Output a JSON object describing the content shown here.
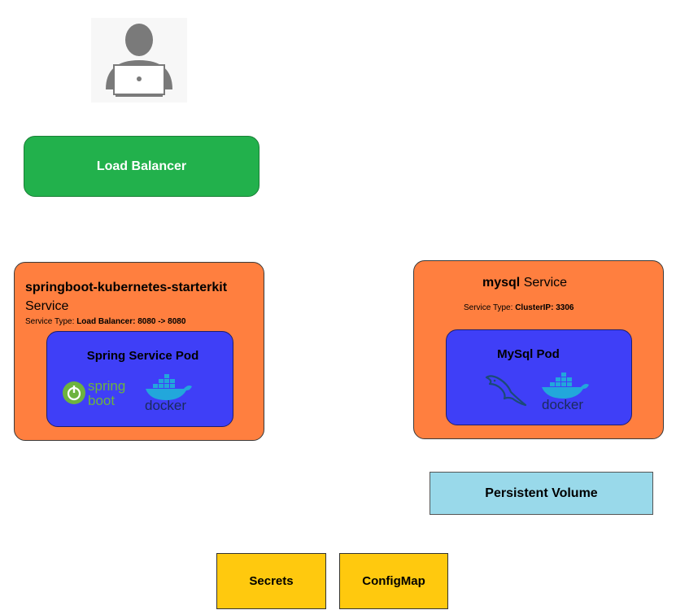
{
  "user": {
    "icon": "user-laptop-icon"
  },
  "load_balancer": {
    "label": "Load Balancer",
    "color": "#22b14c"
  },
  "spring_service": {
    "name": "springboot-kubernetes-starterkit",
    "suffix": "Service",
    "type_prefix": "Service Type:",
    "type_value": "Load Balancer: 8080 -> 8080",
    "color": "#ff7f3f",
    "pod": {
      "label": "Spring Service Pod",
      "color": "#3f3ff7",
      "logo1_line1": "spring",
      "logo1_line2": "boot",
      "logo2": "docker"
    }
  },
  "mysql_service": {
    "name": "mysql",
    "suffix": "Service",
    "type_prefix": "Service Type:",
    "type_value": "ClusterIP: 3306",
    "color": "#ff7f3f",
    "pod": {
      "label": "MySql Pod",
      "color": "#3f3ff7",
      "logo2": "docker"
    }
  },
  "persistent_volume": {
    "label": "Persistent Volume",
    "color": "#99d9ea"
  },
  "secrets": {
    "label": "Secrets",
    "color": "#ffc90e"
  },
  "configmap": {
    "label": "ConfigMap",
    "color": "#ffc90e"
  }
}
